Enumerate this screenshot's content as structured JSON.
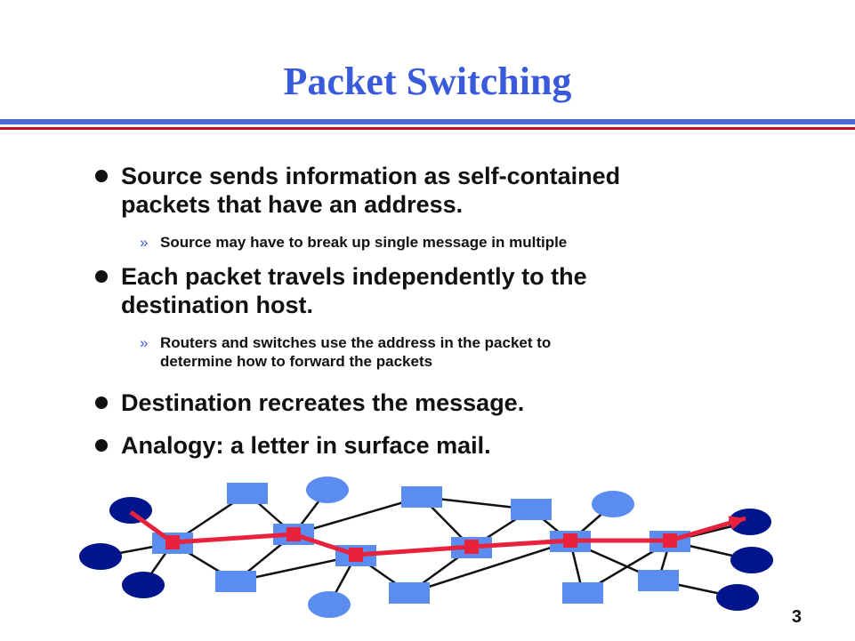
{
  "slide": {
    "title": "Packet Switching",
    "page_number": "3"
  },
  "bullets": [
    {
      "text_line1": "Source sends information as self-contained",
      "text_line2": "packets that have an address."
    },
    {
      "text_line1": "Each packet travels independently to the",
      "text_line2": "destination host."
    },
    {
      "text_line1": "Destination recreates the message."
    },
    {
      "text_line1": "Analogy: a letter in surface mail."
    }
  ],
  "subbullets": [
    {
      "text_line1": "Source may have to break up single message in multiple"
    },
    {
      "text_line1": "Routers and switches use the address in the packet to",
      "text_line2": "determine how to forward the packets"
    }
  ],
  "sub_marker": "»",
  "colors": {
    "title": "#3a5adc",
    "rule_blue": "#4a6cd4",
    "rule_red": "#c8102e",
    "switch": "#5b8cf0",
    "host_dark": "#00148c",
    "host_light": "#5b8cf0",
    "path": "#e8223c",
    "link": "#111111"
  }
}
